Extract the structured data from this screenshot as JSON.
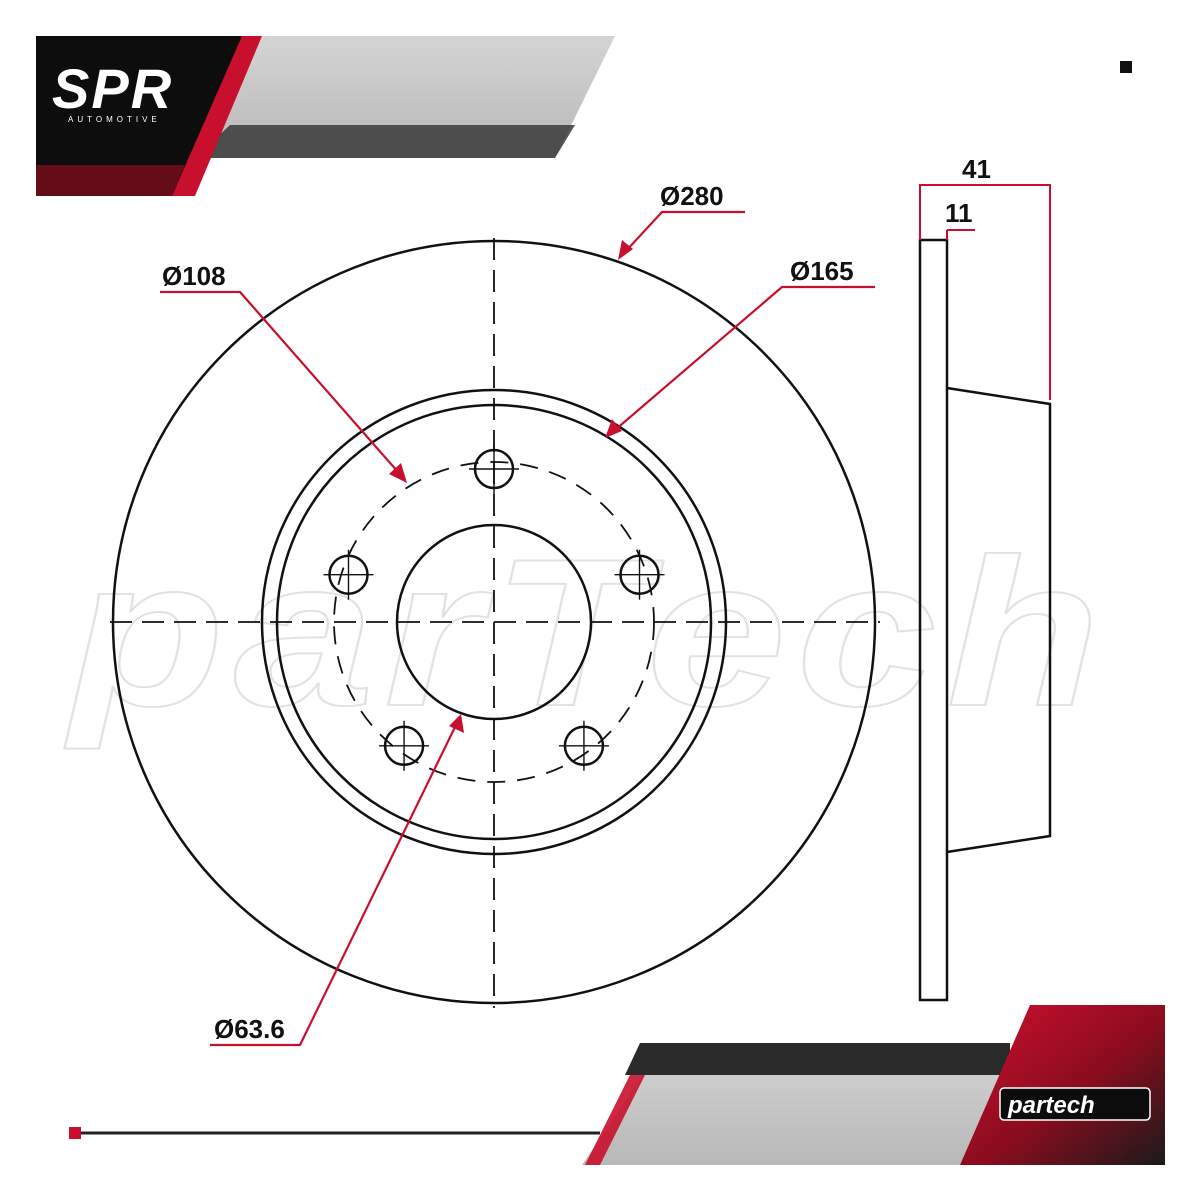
{
  "brand": {
    "logo": "SPR",
    "tagline": "AUTOMOTIVE",
    "partner_logo_left": "par",
    "partner_logo_right": "tech",
    "watermark": "parTech"
  },
  "dimensions": {
    "outer_diameter": "Ø280",
    "friction_inner_diameter": "Ø165",
    "bolt_circle_diameter": "Ø108",
    "center_bore_diameter": "Ø63.6",
    "total_height": "41",
    "disc_thickness": "11"
  },
  "colors": {
    "accent": "#c8102e",
    "line": "#111111",
    "panel_dark": "#0d0d0d",
    "panel_grey": "#c8c8c8"
  },
  "bolt_hole_count": 5
}
